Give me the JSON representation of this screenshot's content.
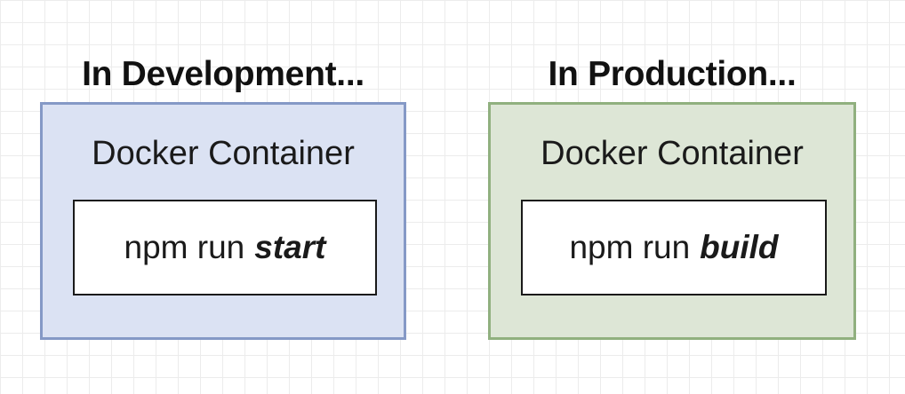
{
  "colors": {
    "development_fill": "#dbe2f3",
    "development_border": "#8599c6",
    "production_fill": "#dde6d6",
    "production_border": "#90b07f"
  },
  "development": {
    "title": "In Development...",
    "container_label": "Docker Container",
    "command": "npm run",
    "script": "start"
  },
  "production": {
    "title": "In Production...",
    "container_label": "Docker Container",
    "command": "npm run",
    "script": "build"
  }
}
